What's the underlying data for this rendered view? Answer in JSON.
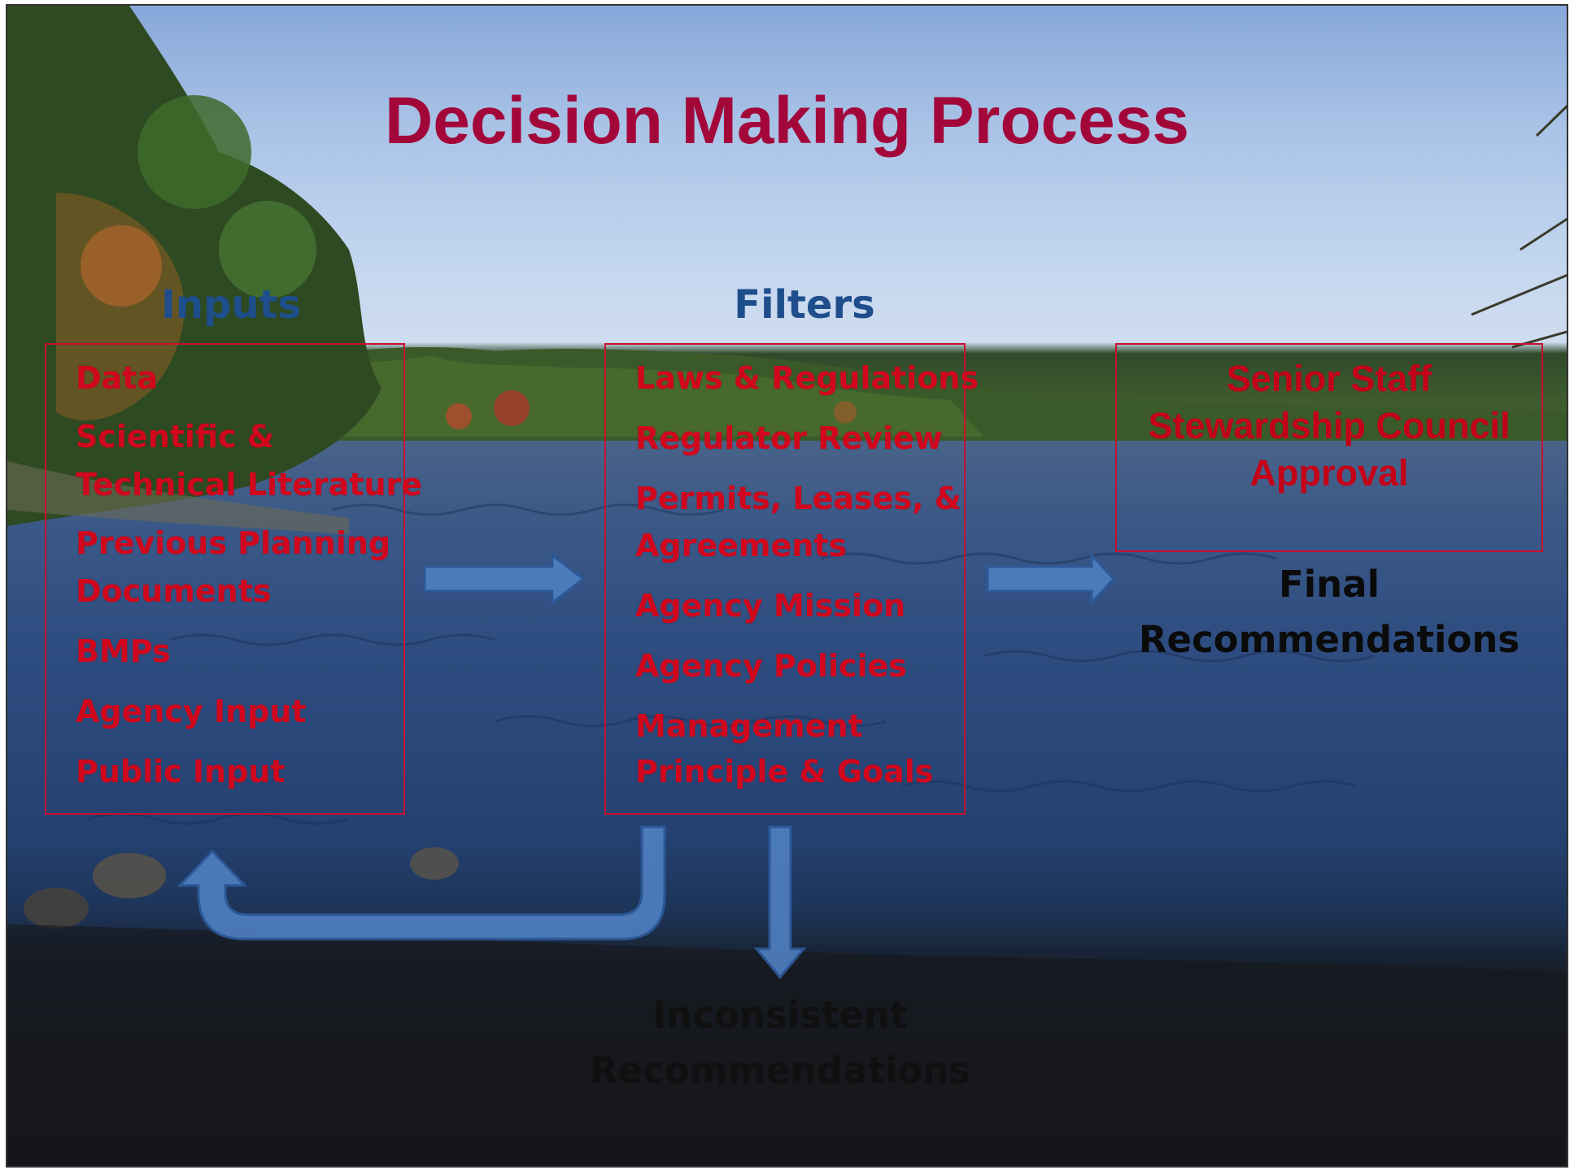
{
  "title": "Decision Making Process",
  "inputs": {
    "heading": "Inputs",
    "items": [
      "Data",
      "Scientific &",
      "Technical Literature",
      "Previous Planning",
      "Documents",
      "BMPs",
      "Agency Input",
      "Public Input"
    ]
  },
  "filters": {
    "heading": "Filters",
    "items": [
      "Laws & Regulations",
      "Regulator Review",
      "Permits, Leases, &",
      "Agreements",
      "Agency Mission",
      "Agency Policies",
      "Management",
      "Principle & Goals"
    ]
  },
  "approval": {
    "lines": [
      "Senior Staff",
      "Stewardship Council",
      "Approval"
    ]
  },
  "final": {
    "lines": [
      "Final",
      "Recommendations"
    ]
  },
  "inconsistent": {
    "lines": [
      "Inconsistent",
      "Recommendations"
    ]
  },
  "colors": {
    "title": "#a3073a",
    "heading": "#1f4e8c",
    "item_red": "#d0071d",
    "box_border": "#c8102e",
    "arrow_fill": "#4f7fc0",
    "arrow_stroke": "#2d5a9a"
  }
}
